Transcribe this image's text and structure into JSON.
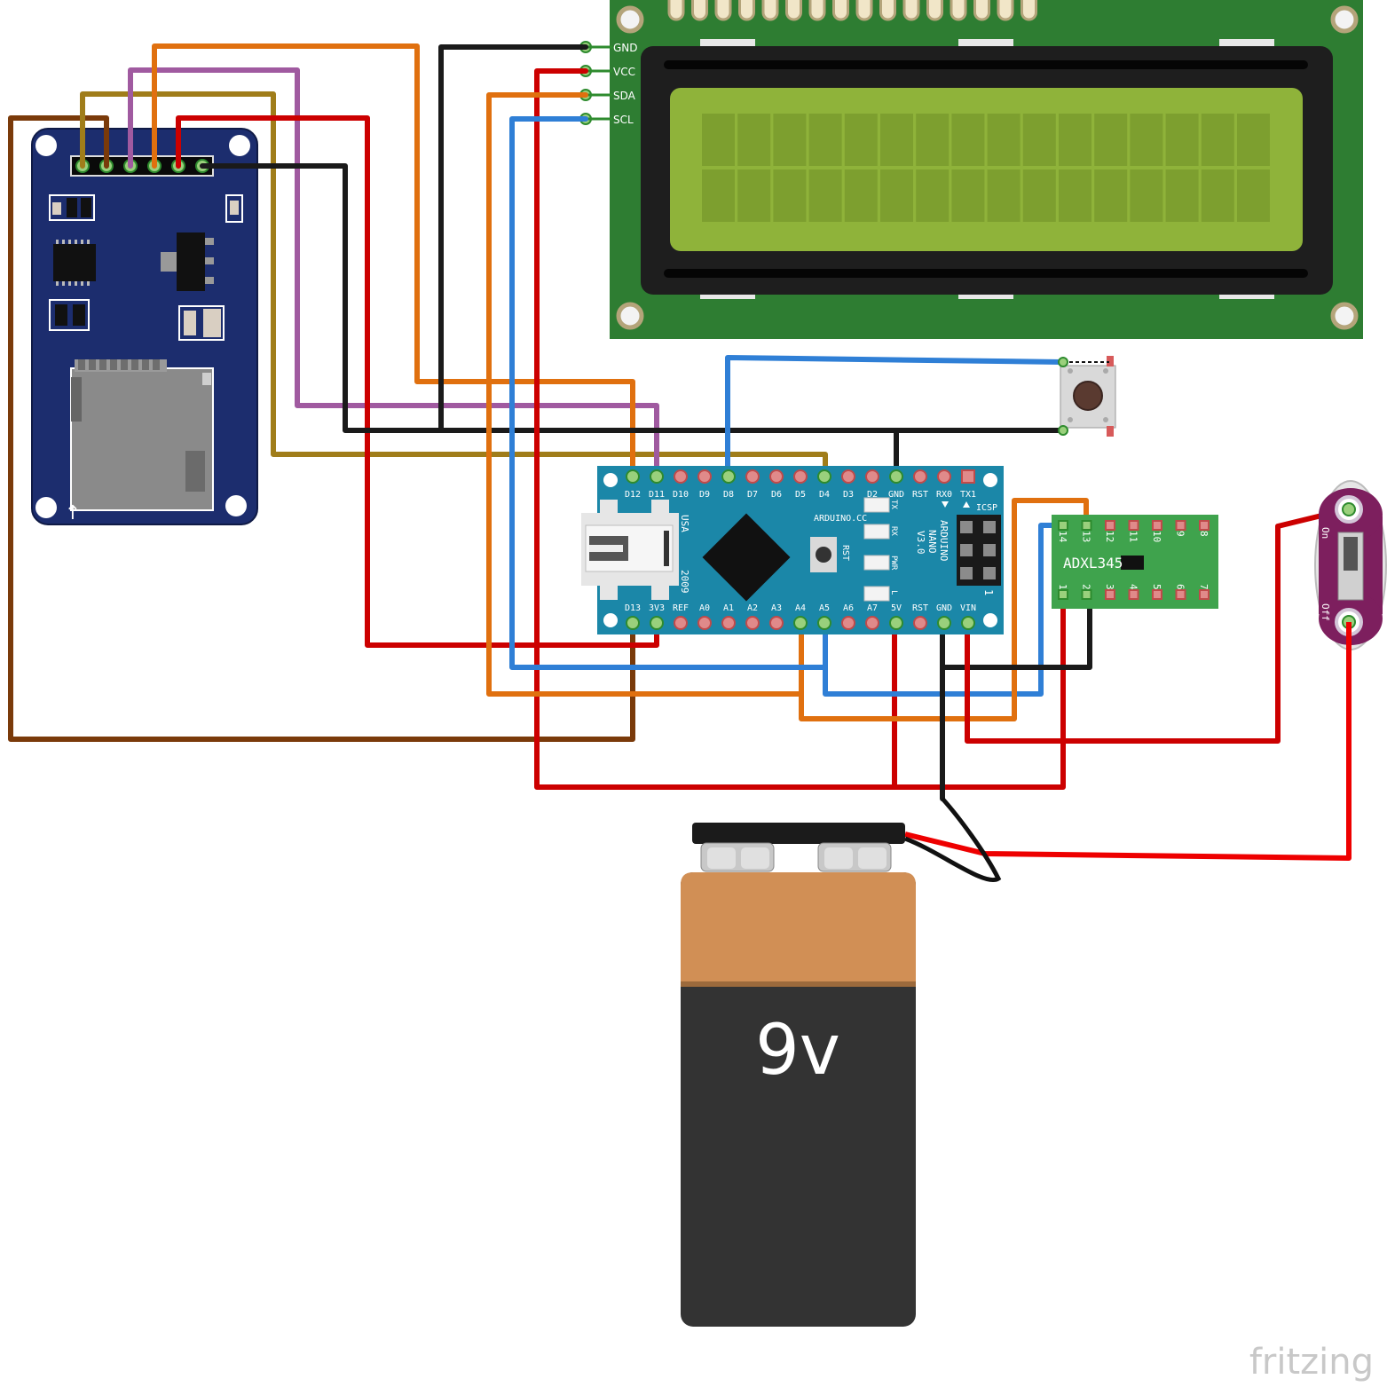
{
  "lcd": {
    "pins": [
      {
        "label": "GND"
      },
      {
        "label": "VCC"
      },
      {
        "label": "SDA"
      },
      {
        "label": "SCL"
      }
    ]
  },
  "nano": {
    "top_pins": [
      "D12",
      "D11",
      "D10",
      "D9",
      "D8",
      "D7",
      "D6",
      "D5",
      "D4",
      "D3",
      "D2",
      "GND",
      "RST",
      "RX0",
      "TX1"
    ],
    "bottom_pins": [
      "D13",
      "3V3",
      "REF",
      "A0",
      "A1",
      "A2",
      "A3",
      "A4",
      "A5",
      "A6",
      "A7",
      "5V",
      "RST",
      "GND",
      "VIN"
    ],
    "silk_arduino_cc": "ARDUINO.CC",
    "silk_usa": "USA",
    "silk_year": "2009",
    "silk_rst": "RST",
    "silk_icsp": "ICSP",
    "silk_model_lines": [
      "ARDUINO",
      "NANO",
      "V3.0"
    ],
    "led_labels": [
      "TX",
      "RX",
      "PWR",
      "L"
    ],
    "icsp_pin1": "1"
  },
  "accel": {
    "title": "ADXL345",
    "top_pins": [
      "14",
      "13",
      "12",
      "11",
      "10",
      "9",
      "8"
    ],
    "bottom_pins": [
      "1",
      "2",
      "3",
      "4",
      "5",
      "6",
      "7"
    ]
  },
  "switch": {
    "on_label": "On",
    "off_label": "Off"
  },
  "battery": {
    "label": "9v"
  },
  "brand": {
    "logo": "fritzing"
  },
  "colors": {
    "lcd_pcb": "#2e7d32",
    "lcd_screen": "#8fb33a",
    "nano_pcb": "#1b87a8",
    "sd_pcb": "#1c2d6e",
    "accel_pcb": "#3fa34d",
    "wire_red": "#cc0000",
    "wire_black": "#1a1a1a",
    "wire_blue": "#2f7fd6",
    "wire_orange": "#e0700f",
    "wire_purple": "#a05aa0",
    "wire_brown": "#7a3a0a",
    "wire_olive": "#a07d1a"
  }
}
